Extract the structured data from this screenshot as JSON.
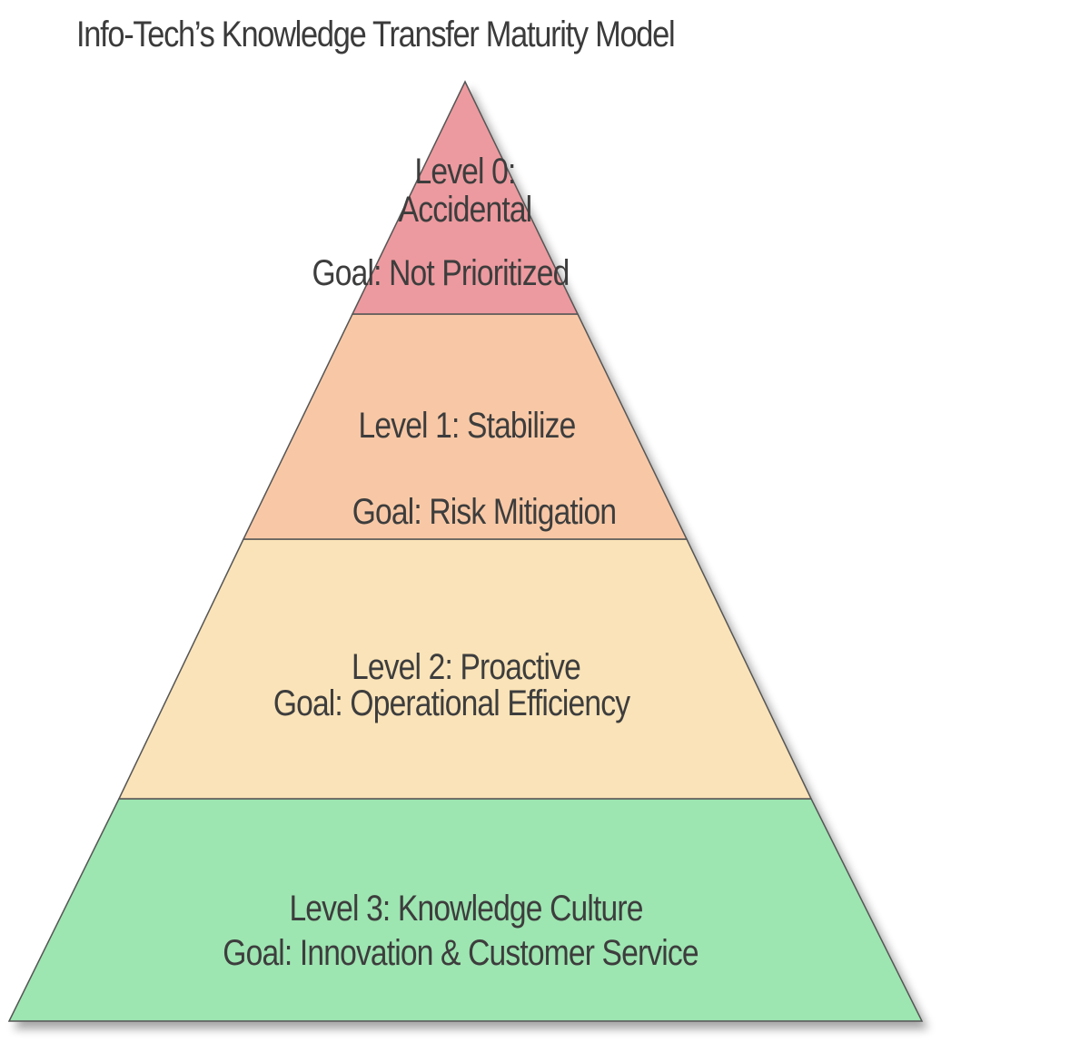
{
  "title": "Info-Tech’s Knowledge Transfer Maturity Model",
  "colors": {
    "level0": "#ec9a9f",
    "level1": "#f8c8a6",
    "level2": "#fae3b8",
    "level3": "#9de5b1",
    "outline": "#555555",
    "text": "#3d3d3d"
  },
  "levels": [
    {
      "level": "Level 0:",
      "name": "Accidental",
      "goal": "Goal: Not Prioritized"
    },
    {
      "level": "Level 1: Stabilize",
      "goal": "Goal: Risk Mitigation"
    },
    {
      "level": "Level 2: Proactive",
      "goal": "Goal: Operational Efficiency"
    },
    {
      "level": "Level 3: Knowledge Culture",
      "goal": "Goal: Innovation & Customer Service"
    }
  ]
}
